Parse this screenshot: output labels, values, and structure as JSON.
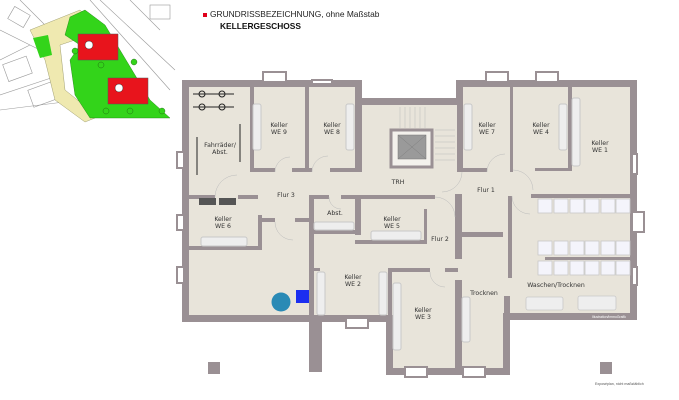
{
  "header": {
    "title": "GRUNDRISSBEZEICHNUNG, ohne Maßstab",
    "subtitle": "KELLERGESCHOSS"
  },
  "colors": {
    "wall": "#9a9094",
    "floor": "#e8e4da",
    "bullet": "#e0001b",
    "site_building": "#e8141c",
    "site_green": "#33d41a",
    "site_yellow": "#efe9b0"
  },
  "rooms": {
    "fahrrad_1": "Fahrräder/",
    "fahrrad_2": "Abst.",
    "we9_1": "Keller",
    "we9_2": "WE 9",
    "we8_1": "Keller",
    "we8_2": "WE 8",
    "trh": "TRH",
    "flur3": "Flur 3",
    "abst": "Abst.",
    "we6_1": "Keller",
    "we6_2": "WE 6",
    "we5_1": "Keller",
    "we5_2": "WE 5",
    "flur2": "Flur 2",
    "we2_1": "Keller",
    "we2_2": "WE 2",
    "we3_1": "Keller",
    "we3_2": "WE 3",
    "trocknen": "Trocknen",
    "we7_1": "Keller",
    "we7_2": "WE 7",
    "we4_1": "Keller",
    "we4_2": "WE 4",
    "we1_1": "Keller",
    "we1_2": "WE 1",
    "flur1": "Flur 1",
    "waschen": "Waschen/Trocknen"
  },
  "credit": "Illustration/ImmoGrafik",
  "footer": "Exposéplan, nicht maßstäblich"
}
